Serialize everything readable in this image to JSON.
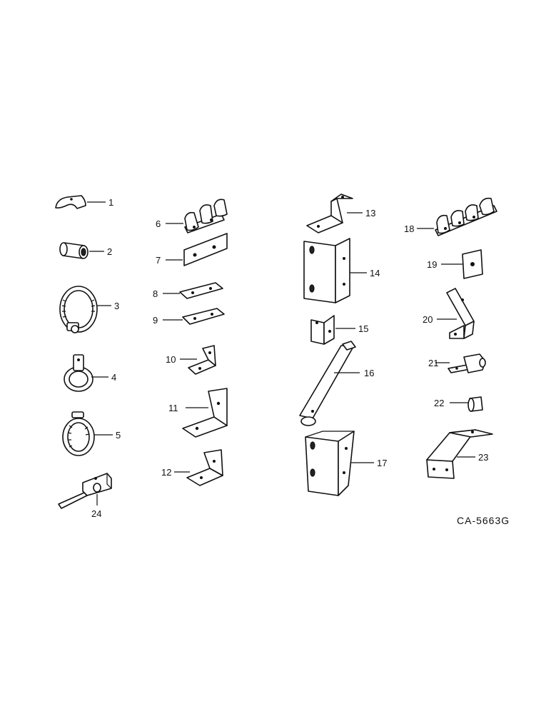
{
  "diagram": {
    "reference_code": "CA-5663G",
    "parts": [
      {
        "label": "1"
      },
      {
        "label": "2"
      },
      {
        "label": "3"
      },
      {
        "label": "4"
      },
      {
        "label": "5"
      },
      {
        "label": "6"
      },
      {
        "label": "7"
      },
      {
        "label": "8"
      },
      {
        "label": "9"
      },
      {
        "label": "10"
      },
      {
        "label": "11"
      },
      {
        "label": "12"
      },
      {
        "label": "13"
      },
      {
        "label": "14"
      },
      {
        "label": "15"
      },
      {
        "label": "16"
      },
      {
        "label": "17"
      },
      {
        "label": "18"
      },
      {
        "label": "19"
      },
      {
        "label": "20"
      },
      {
        "label": "21"
      },
      {
        "label": "22"
      },
      {
        "label": "23"
      },
      {
        "label": "24"
      }
    ]
  }
}
